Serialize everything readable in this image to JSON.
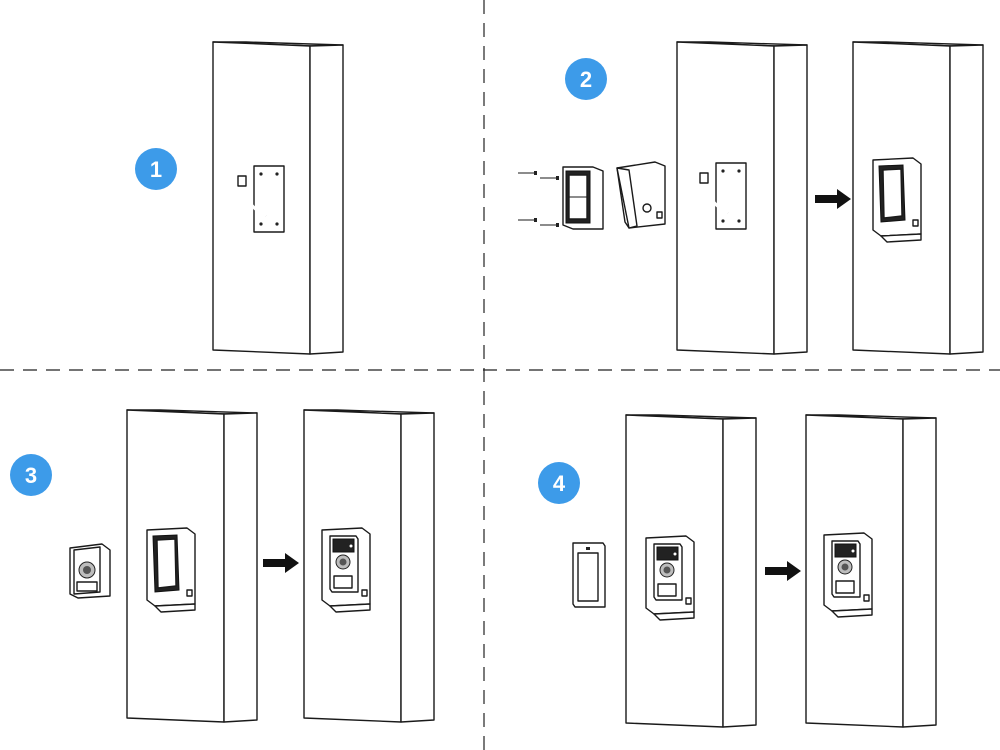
{
  "steps": [
    {
      "number": "1"
    },
    {
      "number": "2"
    },
    {
      "number": "3"
    },
    {
      "number": "4"
    }
  ],
  "colors": {
    "badge": "#3d9be9",
    "line": "#1a1a1a",
    "background": "#ffffff",
    "arrow": "#111111"
  },
  "icons": [
    "step-badge",
    "wall-panel",
    "junction-box",
    "screw",
    "mounting-frame",
    "rain-shield",
    "door-station-module",
    "blank-cover-module",
    "arrow-right-icon"
  ]
}
